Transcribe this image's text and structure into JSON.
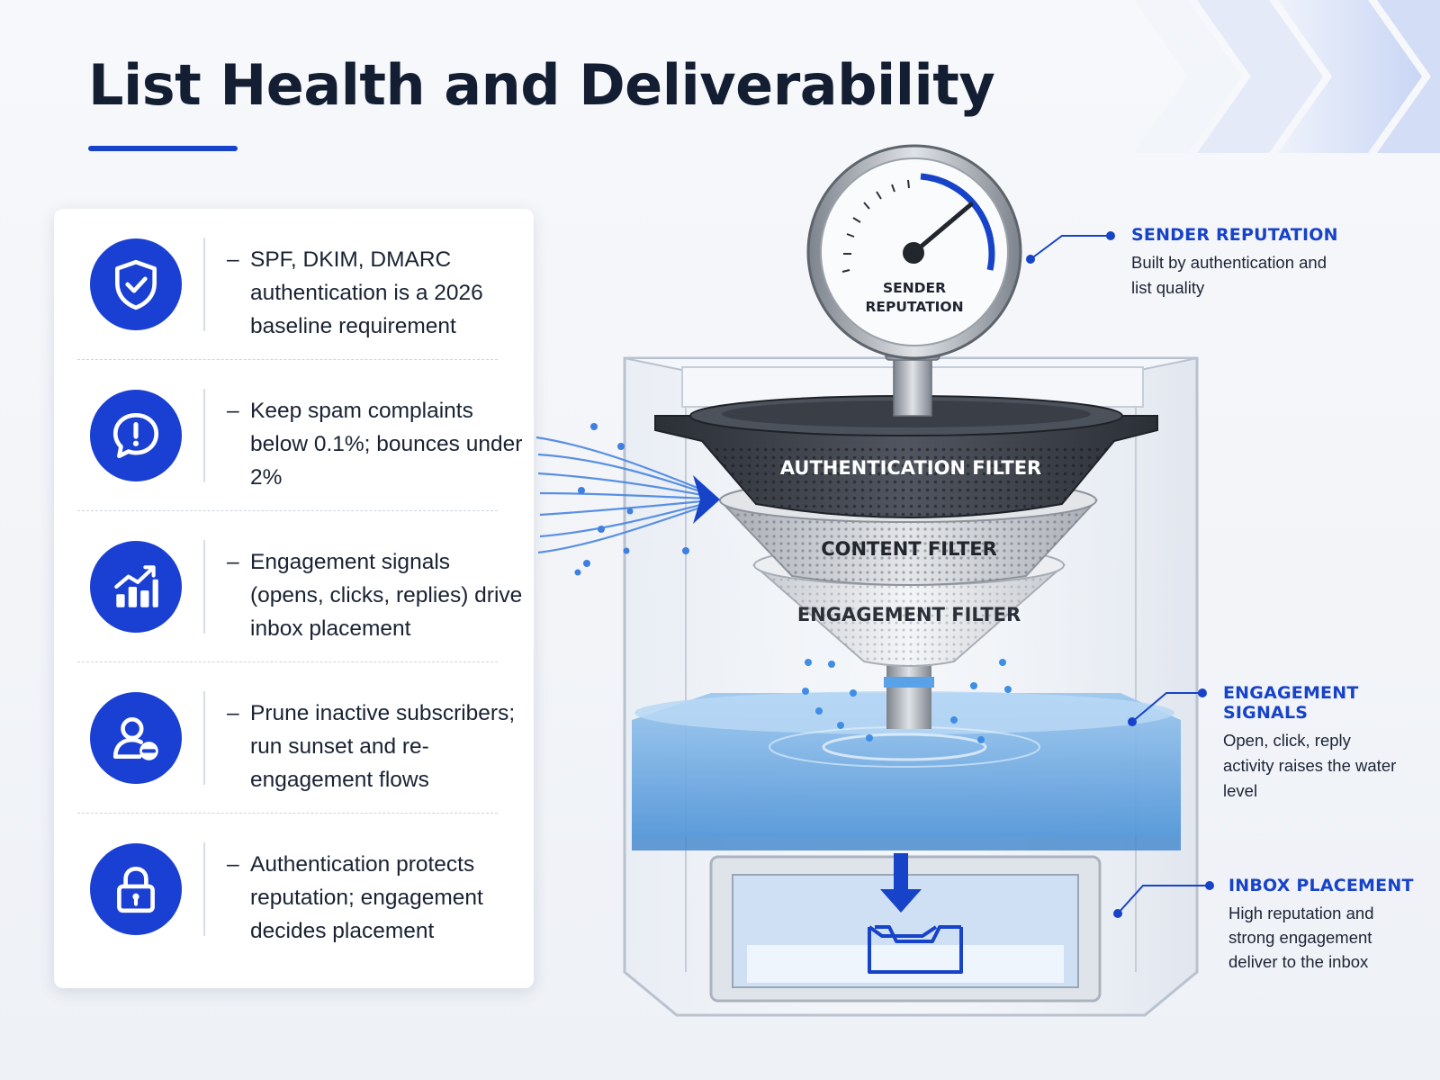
{
  "page": {
    "title": "List Health and Deliverability"
  },
  "checklist": [
    {
      "icon": "shield-check-icon",
      "text": "SPF, DKIM, DMARC authentication is a 2026 baseline requirement"
    },
    {
      "icon": "alert-speech-bubble-icon",
      "text": "Keep spam complaints below 0.1%; bounces under 2%"
    },
    {
      "icon": "rising-bar-chart-icon",
      "text": "Engagement signals (opens, clicks, replies) drive inbox placement"
    },
    {
      "icon": "user-remove-icon",
      "text": "Prune inactive subscribers; run sunset and re-engagement flows"
    },
    {
      "icon": "padlock-icon",
      "text": "Authentication protects reputation; engagement decides placement"
    }
  ],
  "diagram": {
    "gauge_label_line1": "SENDER",
    "gauge_label_line2": "REPUTATION",
    "filters": {
      "authentication": "AUTHENTICATION FILTER",
      "content": "CONTENT FILTER",
      "engagement": "ENGAGEMENT FILTER"
    },
    "tray_icon": "inbox-tray-icon"
  },
  "callouts": {
    "sender": {
      "title": "SENDER REPUTATION",
      "body": "Built by authentication and list quality"
    },
    "engagement": {
      "title": "ENGAGEMENT SIGNALS",
      "body": "Open, click, reply activity raises the water level"
    },
    "inbox": {
      "title": "INBOX PLACEMENT",
      "body": "High reputation and strong engagement deliver to the inbox"
    }
  },
  "colors": {
    "accent": "#1743c9",
    "badge": "#1a3fd3",
    "water": "#6fa8df",
    "filter_dark": "#3a3f48",
    "filter_light": "#d6d8dc"
  }
}
